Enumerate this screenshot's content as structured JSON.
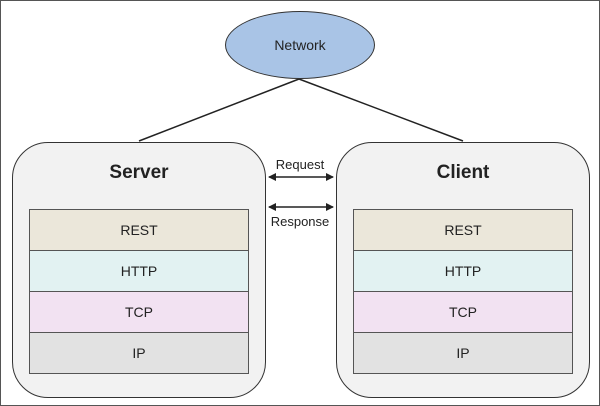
{
  "network": {
    "label": "Network",
    "color": "#a9c4e6"
  },
  "server": {
    "title": "Server",
    "layers": [
      {
        "label": "REST",
        "color": "#ebe7da"
      },
      {
        "label": "HTTP",
        "color": "#e2f2f2"
      },
      {
        "label": "TCP",
        "color": "#f2e2f2"
      },
      {
        "label": "IP",
        "color": "#e2e2e2"
      }
    ]
  },
  "client": {
    "title": "Client",
    "layers": [
      {
        "label": "REST",
        "color": "#ebe7da"
      },
      {
        "label": "HTTP",
        "color": "#e2f2f2"
      },
      {
        "label": "TCP",
        "color": "#f2e2f2"
      },
      {
        "label": "IP",
        "color": "#e2e2e2"
      }
    ]
  },
  "arrows": {
    "request": "Request",
    "response": "Response"
  }
}
